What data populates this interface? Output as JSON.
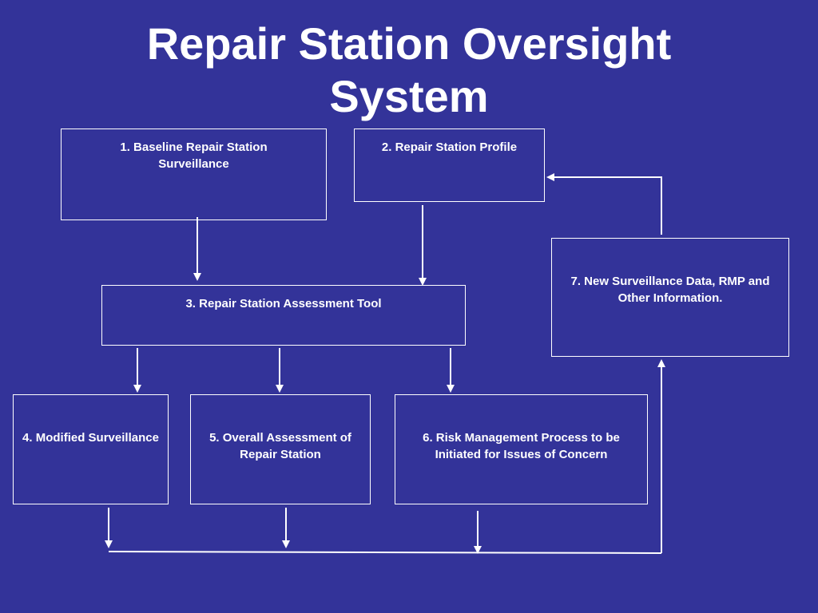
{
  "slide": {
    "title_line1": "Repair Station Oversight",
    "title_line2": "System",
    "background_color": "#333399",
    "line_color": "#ffffff"
  },
  "boxes": {
    "b1": {
      "label": "1.  Baseline Repair Station Surveillance"
    },
    "b2": {
      "label": "2.  Repair Station Profile"
    },
    "b3": {
      "label": "3.  Repair Station Assessment Tool"
    },
    "b4": {
      "label": "4.  Modified Surveillance"
    },
    "b5": {
      "label": "5.  Overall Assessment of Repair Station"
    },
    "b6": {
      "label": "6.  Risk Management Process to be Initiated for Issues of Concern"
    },
    "b7": {
      "label": "7. New Surveillance Data, RMP and Other Information."
    }
  }
}
